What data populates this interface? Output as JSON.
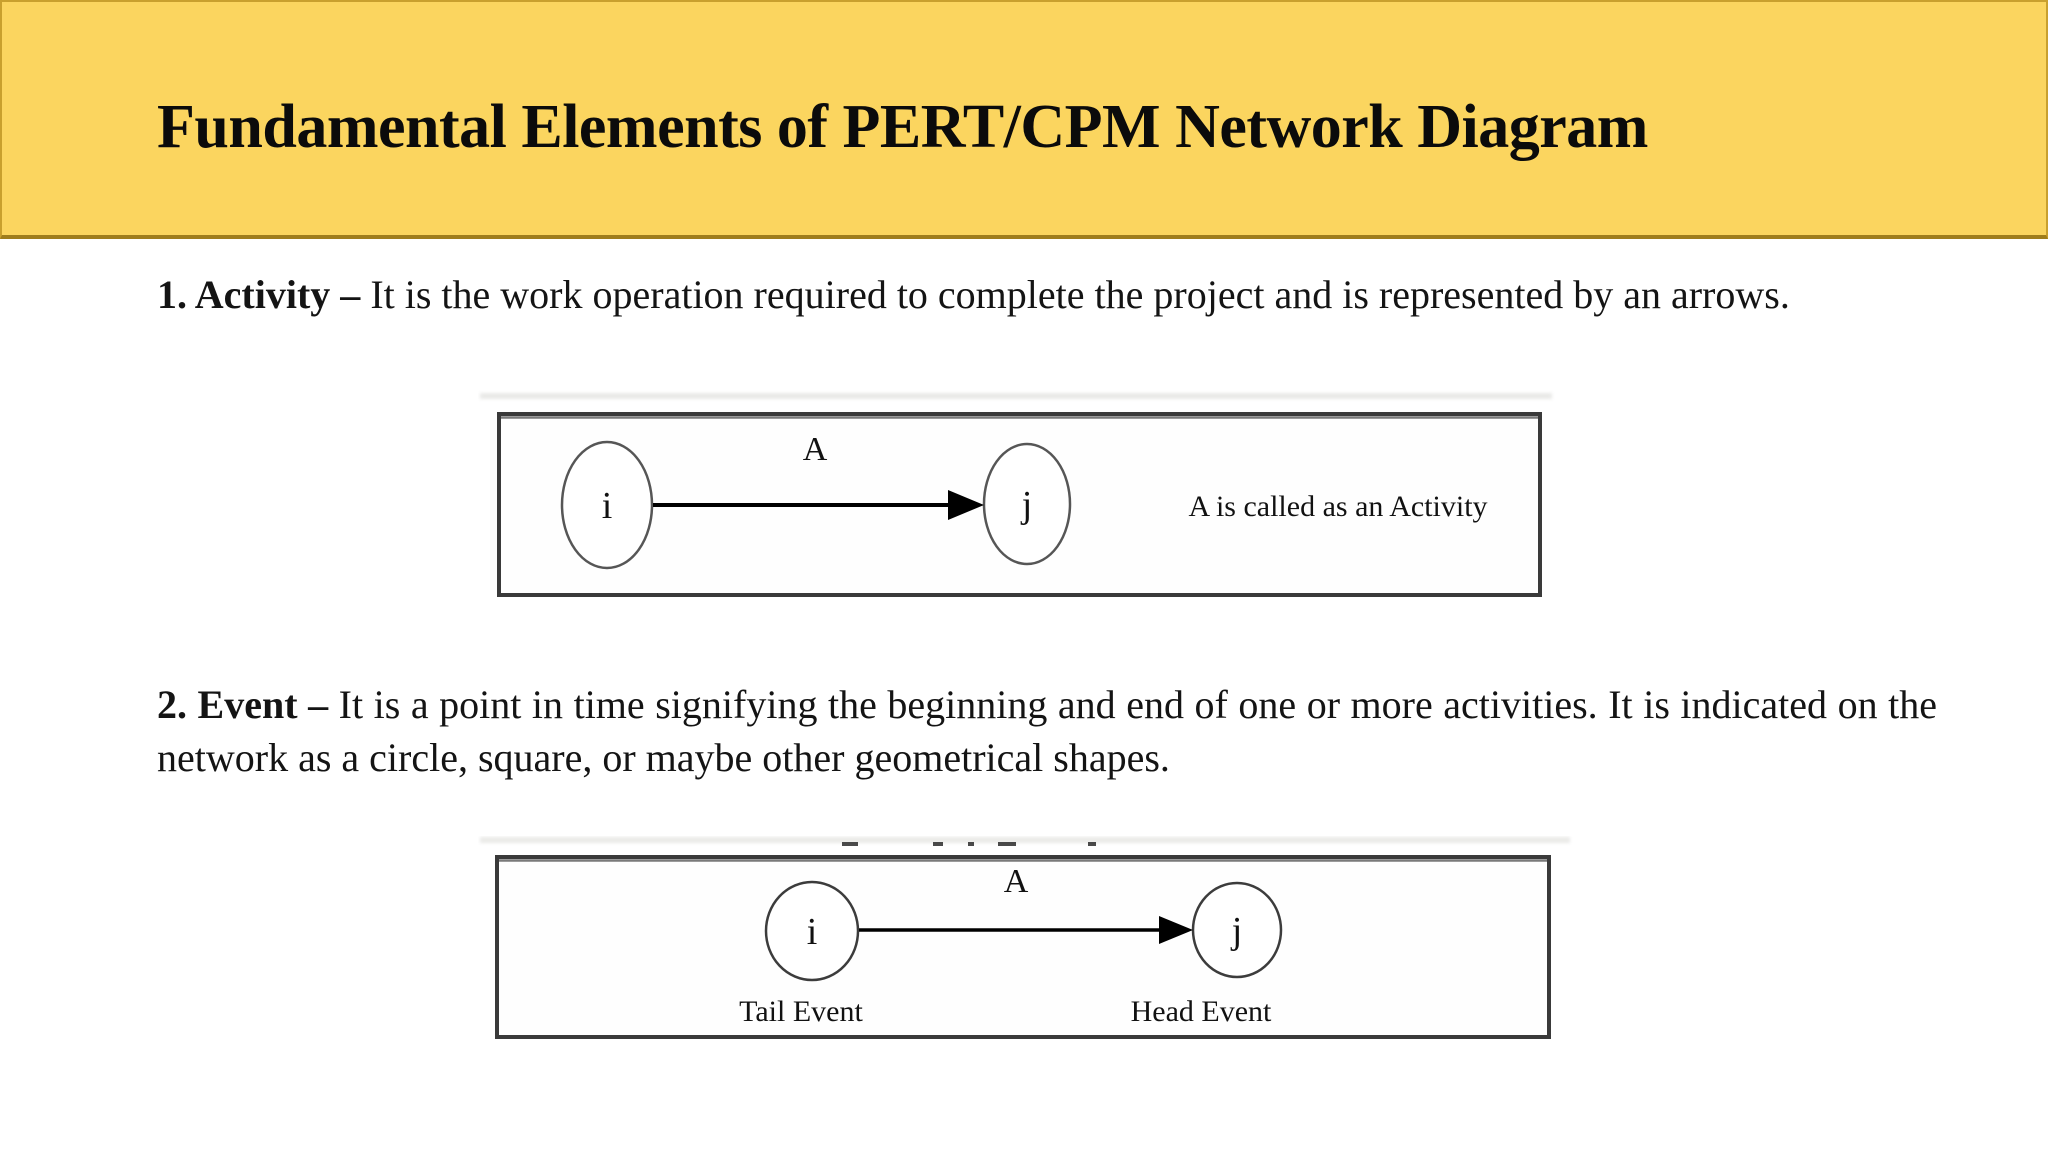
{
  "slide": {
    "title": "Fundamental Elements of PERT/CPM Network Diagram"
  },
  "sections": [
    {
      "lead": "1. Activity –",
      "body": "It is the work operation required to complete the project and is represented by an arrows."
    },
    {
      "lead": "2. Event –",
      "body": "It is a point in time signifying the beginning and end of one or more activities. It is indicated on the network as a circle, square, or maybe other geometrical shapes."
    }
  ],
  "activity_diagram": {
    "tail_node": "i",
    "head_node": "j",
    "arrow_label": "A",
    "caption": "A is called as an Activity"
  },
  "event_diagram": {
    "tail_node": "i",
    "head_node": "j",
    "arrow_label": "A",
    "tail_caption": "Tail Event",
    "head_caption": "Head Event"
  },
  "colors": {
    "banner_bg": "#FBD55F",
    "banner_border": "#9F7D1C",
    "diagram_border": "#3A3A3A",
    "text": "#141414"
  }
}
